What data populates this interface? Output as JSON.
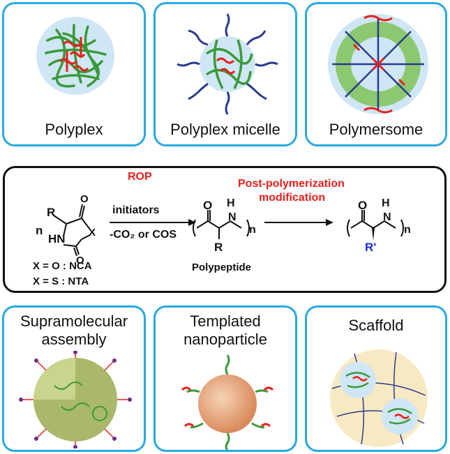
{
  "panels_top": [
    {
      "label": "Polyplex"
    },
    {
      "label": "Polyplex micelle"
    },
    {
      "label": "Polymersome"
    }
  ],
  "panels_bottom": [
    {
      "label_line1": "Supramolecular",
      "label_line2": "assembly"
    },
    {
      "label_line1": "Templated",
      "label_line2": "nanoparticle"
    },
    {
      "label_line1": "Scaffold",
      "label_line2": ""
    }
  ],
  "scheme": {
    "rop_label": "ROP",
    "post_label_line1": "Post-polymerization",
    "post_label_line2": "modification",
    "initiators": "initiators",
    "byproducts": "-CO₂ or COS",
    "monomer_r": "R",
    "monomer_n": "n",
    "monomer_hn": "HN",
    "monomer_x": "X",
    "monomer_o1": "O",
    "monomer_o2": "O",
    "nca_def": "X = O : NCA",
    "nta_def": "X = S : NTA",
    "poly_o": "O",
    "poly_h": "H",
    "poly_n": "N",
    "poly_r": "R",
    "poly_sub": "n",
    "polypeptide_label": "Polypeptide",
    "mod_o": "O",
    "mod_h": "H",
    "mod_n": "N",
    "mod_r": "R'",
    "mod_sub": "n"
  },
  "colors": {
    "panel_border": "#29a9e0",
    "scheme_border": "#111111",
    "highlight_red": "#e8201c",
    "r_prime_blue": "#1a2fd6",
    "polymer_green": "#3a9a3a",
    "nucleic_red": "#e8201c",
    "peg_blue": "#2b3a8c",
    "sphere_fill": "#cfe6f5",
    "membrane_green": "#8cc870",
    "gold_particle": "#e8a878",
    "scaffold_bg": "#f7e9c2"
  }
}
